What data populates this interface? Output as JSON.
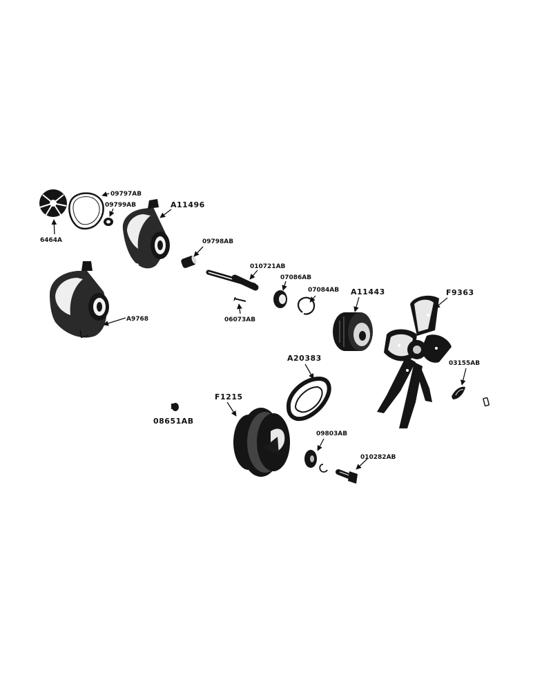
{
  "diagram": {
    "labels": {
      "impeller": "6464A",
      "gasket": "09797AB",
      "seal": "09799AB",
      "pump_body": "A11496",
      "bushing": "09798AB",
      "shaft": "010721AB",
      "pin": "06073AB",
      "bearing": "07086AB",
      "snap_ring": "07084AB",
      "pump_housing": "A9768",
      "fan_hub": "A11443",
      "fan": "F9363",
      "belt": "A20383",
      "key": "03155AB",
      "pulley": "F1215",
      "plug": "08651AB",
      "washer": "09803AB",
      "bolt": "010282AB"
    }
  }
}
